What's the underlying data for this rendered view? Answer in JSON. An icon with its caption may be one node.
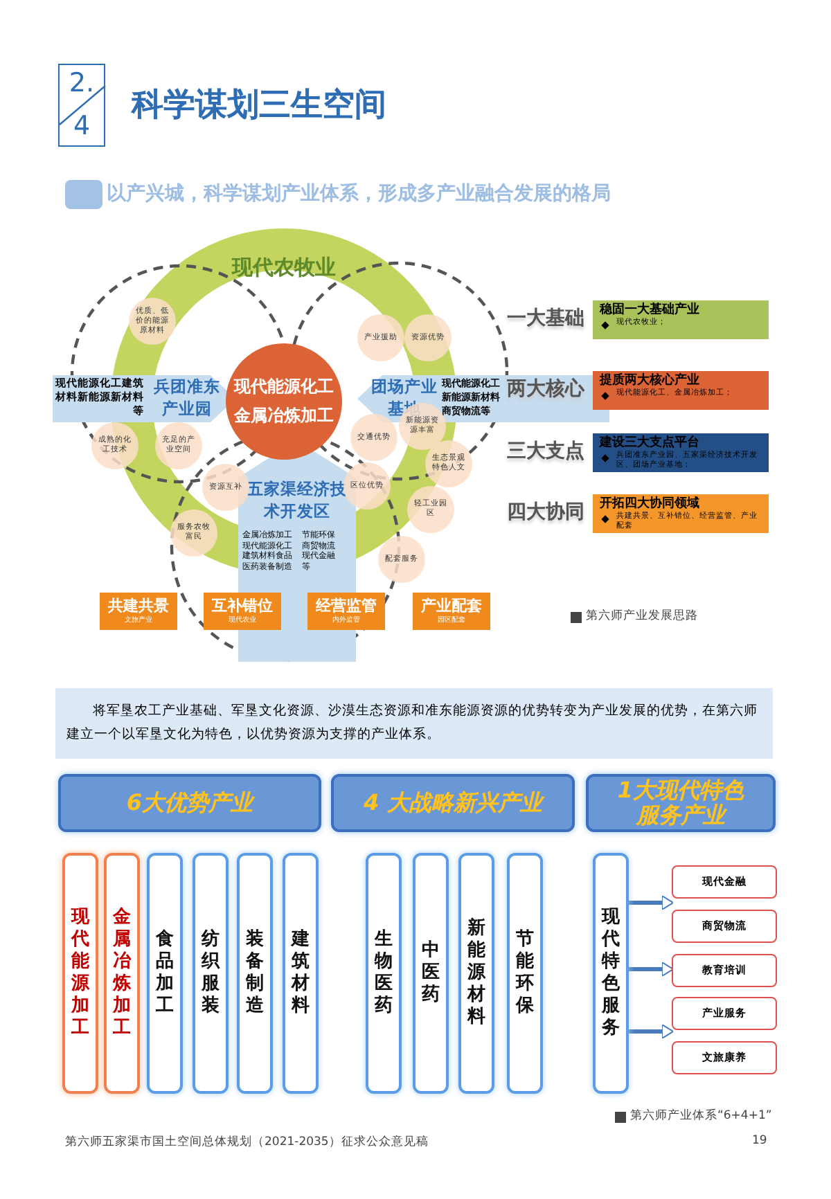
{
  "diagram": {
    "title": "科学谋划三生空间",
    "nodes": [
      {
        "text": [
          "现代农牧业"
        ]
      },
      {
        "text": [
          "现代能源化工",
          "金属冶炼加工"
        ]
      },
      {
        "text": [
          "现代能源化工建筑材料新能源新材料等",
          "兵团准东产业园"
        ]
      },
      {
        "text": [
          "团场产业基地",
          "现代能源化工新能源新材料商贸物流等"
        ]
      },
      {
        "text": [
          "五家渠经济技术开发区",
          "金属冶炼加工现代能源化工建筑材料食品医药装备制造",
          "节能环保商贸物流现代金融等"
        ]
      },
      {
        "text": [
          "优质、低价的能源原材料"
        ]
      },
      {
        "text": [
          "产业援助"
        ]
      },
      {
        "text": [
          "资源优势"
        ]
      },
      {
        "text": [
          "成熟的化工技术"
        ]
      },
      {
        "text": [
          "充足的产业空间"
        ]
      },
      {
        "text": [
          "交通优势"
        ]
      },
      {
        "text": [
          "新能源资源丰富"
        ]
      },
      {
        "text": [
          "生态景观特色人文"
        ]
      },
      {
        "text": [
          "资源互补"
        ]
      },
      {
        "text": [
          "区位优势"
        ]
      },
      {
        "text": [
          "轻工业园区"
        ]
      },
      {
        "text": [
          "服务农牧富民"
        ]
      },
      {
        "text": [
          "配套服务"
        ]
      },
      {
        "text": [
          "共建共景",
          "文旅产业"
        ]
      },
      {
        "text": [
          "互补错位",
          "现代农业"
        ]
      },
      {
        "text": [
          "经营监管",
          "内外监管"
        ]
      },
      {
        "text": [
          "产业配套",
          "园区配套"
        ]
      },
      {
        "text": [
          "稳固一大基础产业",
          "现代农牧业；"
        ],
        "beside": [
          "一大基础"
        ]
      },
      {
        "text": [
          "提质两大核心产业",
          "现代能源化工、金属冶炼加工；"
        ],
        "beside": [
          "两大核心"
        ]
      },
      {
        "text": [
          "建设三大支点平台",
          "兵团准东产业园、五家渠经济技术开发区、团场产业基地；"
        ],
        "beside": [
          "三大支点"
        ]
      },
      {
        "text": [
          "开拓四大协同领域",
          "共建共景、互补错位、经营监管、产业配套"
        ],
        "beside": [
          "四大协同"
        ]
      },
      {
        "text": [
          "6大优势产业"
        ]
      },
      {
        "text": [
          "4 大战略新兴产业"
        ]
      },
      {
        "text": [
          "1大现代特色服务产业"
        ]
      },
      {
        "text": [
          "现代能源加工"
        ]
      },
      {
        "text": [
          "金属冶炼加工"
        ]
      },
      {
        "text": [
          "食品加工"
        ]
      },
      {
        "text": [
          "纺织服装"
        ]
      },
      {
        "text": [
          "装备制造"
        ]
      },
      {
        "text": [
          "建筑材料"
        ]
      },
      {
        "text": [
          "生物医药"
        ]
      },
      {
        "text": [
          "中医药"
        ]
      },
      {
        "text": [
          "新能源材料"
        ]
      },
      {
        "text": [
          "节能环保"
        ]
      },
      {
        "text": [
          "现代特色服务"
        ]
      },
      {
        "text": [
          "现代金融"
        ]
      },
      {
        "text": [
          "商贸物流"
        ]
      },
      {
        "text": [
          "教育培训"
        ]
      },
      {
        "text": [
          "产业服务"
        ]
      },
      {
        "text": [
          "文旅康养"
        ]
      }
    ],
    "edges": [
      {
        "from": 39,
        "to": 40,
        "arrow": "to"
      },
      {
        "from": 39,
        "to": 42,
        "arrow": "to"
      },
      {
        "from": 39,
        "to": 44,
        "arrow": "to"
      }
    ],
    "labels": [
      "2.",
      "4",
      "以产兴城，科学谋划产业体系，形成多产业融合发展的格局",
      "第六师产业发展思路",
      "将军垦农工产业基础、军垦文化资源、沙漠生态资源和准东能源资源的优势转变为产业发展的优势，在第六师建立一个以军垦文化为特色，以优势资源为支撑的产业体系。",
      "第六师产业体系“6+4+1”",
      "第六师五家渠市国土空间总体规划（2021-2035）征求公众意见稿",
      "19"
    ]
  }
}
